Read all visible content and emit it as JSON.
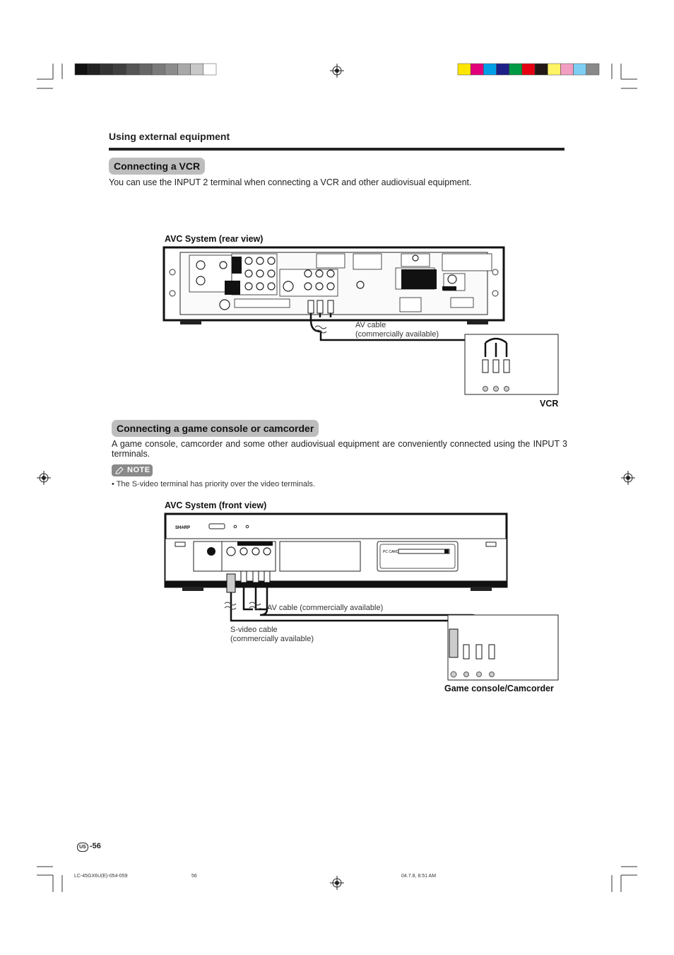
{
  "header": {
    "section": "Using external equipment"
  },
  "vcr": {
    "heading": "Connecting a VCR",
    "intro": "You can use the INPUT 2 terminal when connecting a VCR and other audiovisual equipment.",
    "diagram_title": "AVC System (rear view)",
    "cable_label_1": "AV cable",
    "cable_label_2": "(commercially available)",
    "device_label": "VCR"
  },
  "game": {
    "heading": "Connecting a game console or camcorder",
    "intro": "A game console, camcorder and some other audiovisual equipment are conveniently connected using the INPUT 3 terminals.",
    "note_label": "NOTE",
    "note_text": "• The S-video terminal has priority over the video terminals.",
    "diagram_title": "AVC System (front view)",
    "av_cable": "AV cable (commercially available)",
    "svideo_cable_1": "S-video cable",
    "svideo_cable_2": "(commercially available)",
    "device_label": "Game console/Camcorder",
    "brand": "SHARP",
    "pc_card": "PC CARD"
  },
  "page": {
    "region": "US",
    "number": "-56"
  },
  "footer": {
    "file": "LC-45GX6U(E)-054-059",
    "page": "56",
    "stamp": "04.7.8, 8:51 AM"
  },
  "colors": {
    "gray_bar": [
      "#111111",
      "#222222",
      "#333333",
      "#3f3f3f",
      "#555555",
      "#666666",
      "#7a7a7a",
      "#8c8c8c",
      "#a8a8a8",
      "#c8c8c8",
      "#ffffff"
    ],
    "color_bar": [
      "#ffe600",
      "#e2007a",
      "#00a0e9",
      "#1d2088",
      "#009944",
      "#e60012",
      "#231815",
      "#fff463",
      "#f19ec2",
      "#7ecef4",
      "#898989"
    ]
  }
}
